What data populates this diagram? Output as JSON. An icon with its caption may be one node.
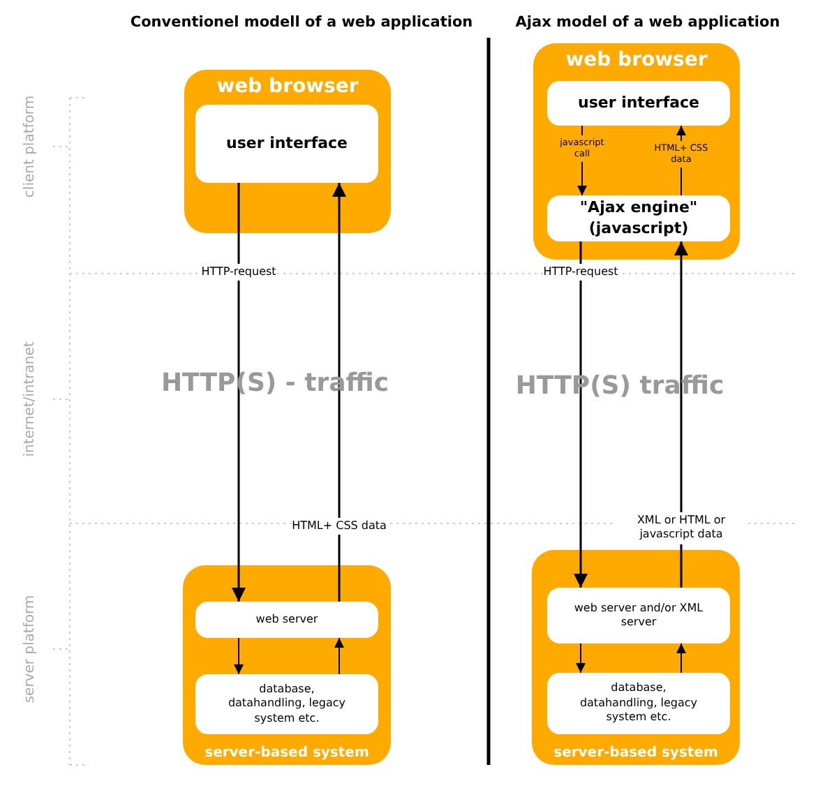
{
  "diagram": {
    "nodes": [
      {
        "text": [
          "web browser"
        ]
      },
      {
        "text": [
          "user interface"
        ],
        "in": 0
      },
      {
        "text": [
          "server-based system"
        ]
      },
      {
        "text": [
          "web server"
        ],
        "in": 2
      },
      {
        "text": [
          "database, datahandling, legacy system etc."
        ],
        "in": 2
      },
      {
        "text": [
          "web browser"
        ]
      },
      {
        "text": [
          "user interface"
        ],
        "in": 5
      },
      {
        "text": [
          "\"Ajax engine\" (javascript)"
        ],
        "in": 5
      },
      {
        "text": [
          "server-based system"
        ]
      },
      {
        "text": [
          "web server and/or XML server"
        ],
        "in": 8
      },
      {
        "text": [
          "database, datahandling, legacy system etc."
        ],
        "in": 8
      }
    ],
    "edges": [
      {
        "from": 1,
        "to": 3,
        "arrow": "to",
        "label": "HTTP-request"
      },
      {
        "from": 3,
        "to": 1,
        "arrow": "to",
        "label": "HTML+ CSS data"
      },
      {
        "from": 3,
        "to": 4,
        "arrow": "to"
      },
      {
        "from": 4,
        "to": 3,
        "arrow": "to"
      },
      {
        "from": 6,
        "to": 7,
        "arrow": "to",
        "label": "javascript call"
      },
      {
        "from": 7,
        "to": 6,
        "arrow": "to",
        "label": "HTML+ CSS data"
      },
      {
        "from": 7,
        "to": 9,
        "arrow": "to",
        "label": "HTTP-request"
      },
      {
        "from": 9,
        "to": 7,
        "arrow": "to",
        "label": "XML or HTML or javascript data"
      },
      {
        "from": 9,
        "to": 10,
        "arrow": "to"
      },
      {
        "from": 10,
        "to": 9,
        "arrow": "to"
      }
    ],
    "labels": [
      "Conventionel modell of a web application",
      "Ajax model of a web application",
      "client platform",
      "HTTP(S) - traffic",
      "HTTP(S) traffic",
      "internet/intranet",
      "server platform"
    ]
  }
}
